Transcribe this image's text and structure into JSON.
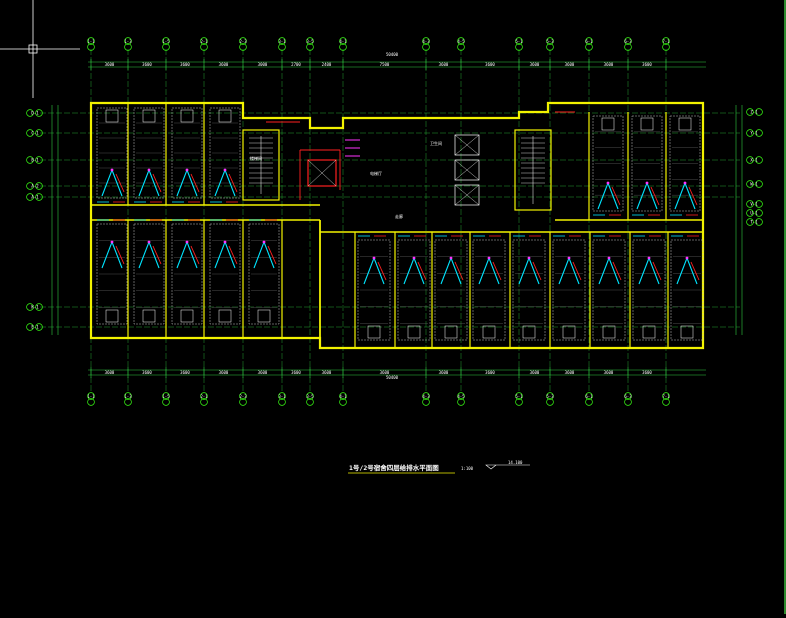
{
  "drawing": {
    "title": "1号/2号宿舍四层给排水平面图",
    "scale": "1:100",
    "title_note": "14.100"
  },
  "axes_top": [
    "1-1",
    "1-3",
    "1-5",
    "2-1",
    "2-3",
    "3-1",
    "3-5",
    "4-1",
    "4-3",
    "4-5",
    "5-1",
    "5-3",
    "6-1",
    "6-3",
    "7-1"
  ],
  "axes_left": [
    "D-1",
    "C-1",
    "B-1",
    "A-2",
    "A-1",
    "K-1",
    "E-1"
  ],
  "axes_right": [
    "Z-1",
    "Y-1",
    "X-1",
    "W-1",
    "V-1",
    "U-1",
    "T-1"
  ],
  "dims_top": [
    "3600",
    "3600",
    "3600",
    "3600",
    "3000",
    "2700",
    "2400",
    "7500",
    "3600",
    "3600",
    "3600",
    "3600",
    "3600",
    "3600"
  ],
  "dims_bottom": [
    "3600",
    "3600",
    "3600",
    "3600",
    "3600",
    "3600",
    "3600",
    "3600",
    "3600",
    "3600",
    "3600",
    "3600",
    "3600",
    "3600"
  ],
  "overall_dim": "50400",
  "room_labels": {
    "stair": "楼梯间",
    "elevator_hall": "电梯厅",
    "corridor": "走廊",
    "toilet": "卫生间"
  },
  "colors": {
    "wall": "#f2f200",
    "grid": "#2ecc40",
    "axis_bubble": "#39ff14",
    "pipe_cyan": "#00e5ff",
    "pipe_red": "#ff2020",
    "pipe_magenta": "#ff33ff",
    "hatch": "#bfbfbf",
    "background": "#000000"
  }
}
